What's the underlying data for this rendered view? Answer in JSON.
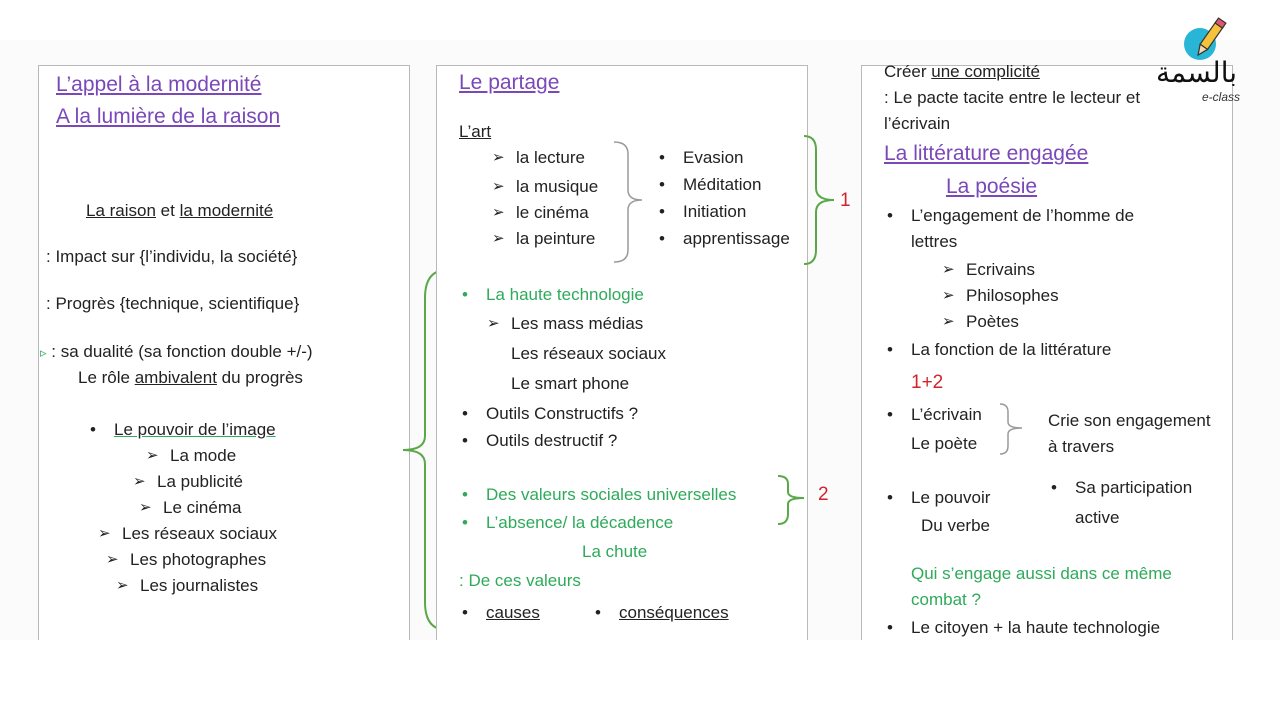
{
  "col1": {
    "title1": "L’appel à la modernité",
    "title2": "A la lumière de la raison",
    "sub_a": "La raison",
    "sub_et": "et",
    "sub_b": "la modernité",
    "impact": ": Impact sur  {l’individu, la société}",
    "progres": ": Progrès {technique, scientifique}",
    "dualite": ": sa dualité (sa fonction double +/-)",
    "role_a": "Le rôle ",
    "role_b": "ambivalent",
    "role_c": " du progrès",
    "pouvoir": "Le pouvoir de l’image",
    "items": [
      "La mode",
      "La publicité",
      "Le cinéma",
      "Les réseaux sociaux",
      "Les photographes",
      "Les journalistes"
    ]
  },
  "col2": {
    "title": "Le partage",
    "art": "L’art",
    "arts": [
      "la lecture",
      "la musique",
      "le cinéma",
      "la peinture"
    ],
    "benefits": [
      "Evasion",
      "Méditation",
      "Initiation",
      "apprentissage"
    ],
    "num1": "1",
    "tech": "La haute technologie",
    "media1": "Les mass médias",
    "media2": "Les réseaux sociaux",
    "media3": "Le smart phone",
    "outil1": "Outils Constructifs ?",
    "outil2": "Outils destructif ?",
    "val1": "Des valeurs sociales universelles",
    "val2": "L’absence/ la décadence",
    "num2": "2",
    "chute": "La chute",
    "decesvaleurs": ": De ces valeurs",
    "causes": "causes",
    "consequences": "conséquences"
  },
  "col3": {
    "creer_a": "Créer  ",
    "creer_b": "une complicité",
    "pacte1": ": Le pacte tacite entre le lecteur et",
    "pacte2": "l’écrivain",
    "title": "La littérature engagée",
    "poesie": "La poésie",
    "eng1": "L’engagement de l’homme de",
    "eng2": "lettres",
    "people": [
      "Ecrivains",
      "Philosophes",
      "Poètes"
    ],
    "fonction": "La fonction de la littérature",
    "oneplustwo": "1+2",
    "ecrivain": "L’écrivain",
    "poete": "Le poète",
    "crie1": "Crie  son engagement",
    "crie2": "à travers",
    "pouvoir1": "Le pouvoir",
    "pouvoir2": "Du verbe",
    "part1": "Sa participation",
    "part2": "active",
    "qui1": "Qui s’engage aussi dans ce même",
    "qui2": "combat ?",
    "citoyen": "Le citoyen + la haute technologie"
  },
  "logo": {
    "brand": "بالسمة",
    "tag": "e-class"
  }
}
